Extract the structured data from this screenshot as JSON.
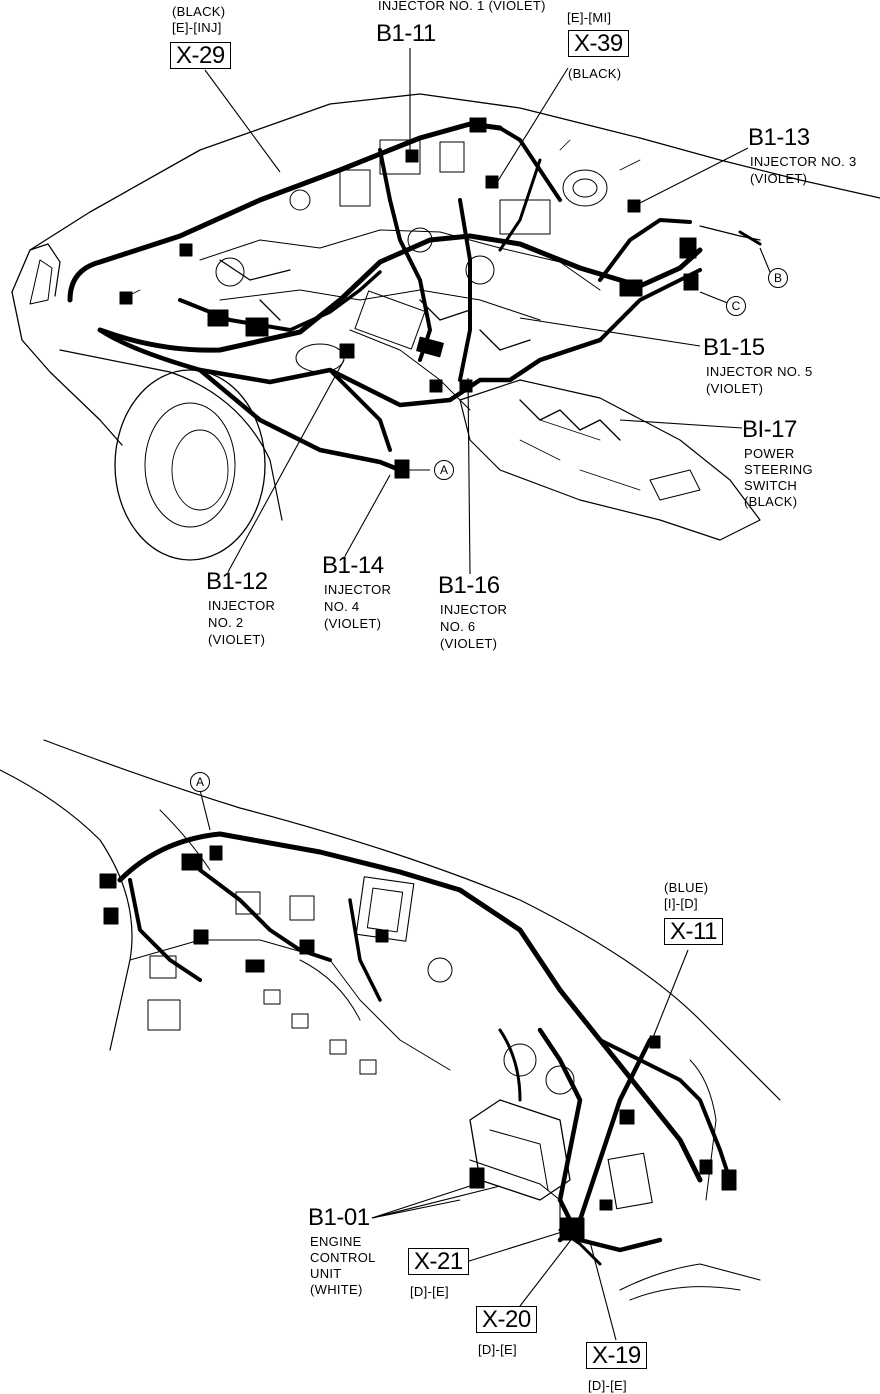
{
  "top": {
    "x29": {
      "color": "(BLACK)",
      "loc": "[E]-[INJ]",
      "code": "X-29"
    },
    "b1_11": {
      "title": "INJECTOR NO. 1 (VIOLET)",
      "code": "B1-11"
    },
    "x39": {
      "loc": "[E]-[MI]",
      "code": "X-39",
      "color": "(BLACK)"
    },
    "b1_13": {
      "code": "B1-13",
      "line1": "INJECTOR NO. 3",
      "line2": "(VIOLET)"
    },
    "b1_15": {
      "code": "B1-15",
      "line1": "INJECTOR NO. 5",
      "line2": "(VIOLET)"
    },
    "b1_17": {
      "code": "BI-17",
      "line1": "POWER",
      "line2": "STEERING",
      "line3": "SWITCH",
      "line4": "(BLACK)"
    },
    "b1_12": {
      "code": "B1-12",
      "line1": "INJECTOR",
      "line2": "NO. 2",
      "line3": "(VIOLET)"
    },
    "b1_14": {
      "code": "B1-14",
      "line1": "INJECTOR",
      "line2": "NO. 4",
      "line3": "(VIOLET)"
    },
    "b1_16": {
      "code": "B1-16",
      "line1": "INJECTOR",
      "line2": "NO. 6",
      "line3": "(VIOLET)"
    },
    "circle_a": "A",
    "circle_b": "B",
    "circle_c": "C"
  },
  "bottom": {
    "circle_a": "A",
    "x11": {
      "color": "(BLUE)",
      "loc": "[I]-[D]",
      "code": "X-11"
    },
    "b1_01": {
      "code": "B1-01",
      "line1": "ENGINE",
      "line2": "CONTROL",
      "line3": "UNIT",
      "line4": "(WHITE)"
    },
    "x21": {
      "code": "X-21",
      "loc": "[D]-[E]"
    },
    "x20": {
      "code": "X-20",
      "loc": "[D]-[E]"
    },
    "x19": {
      "code": "X-19",
      "loc": "[D]-[E]"
    }
  }
}
